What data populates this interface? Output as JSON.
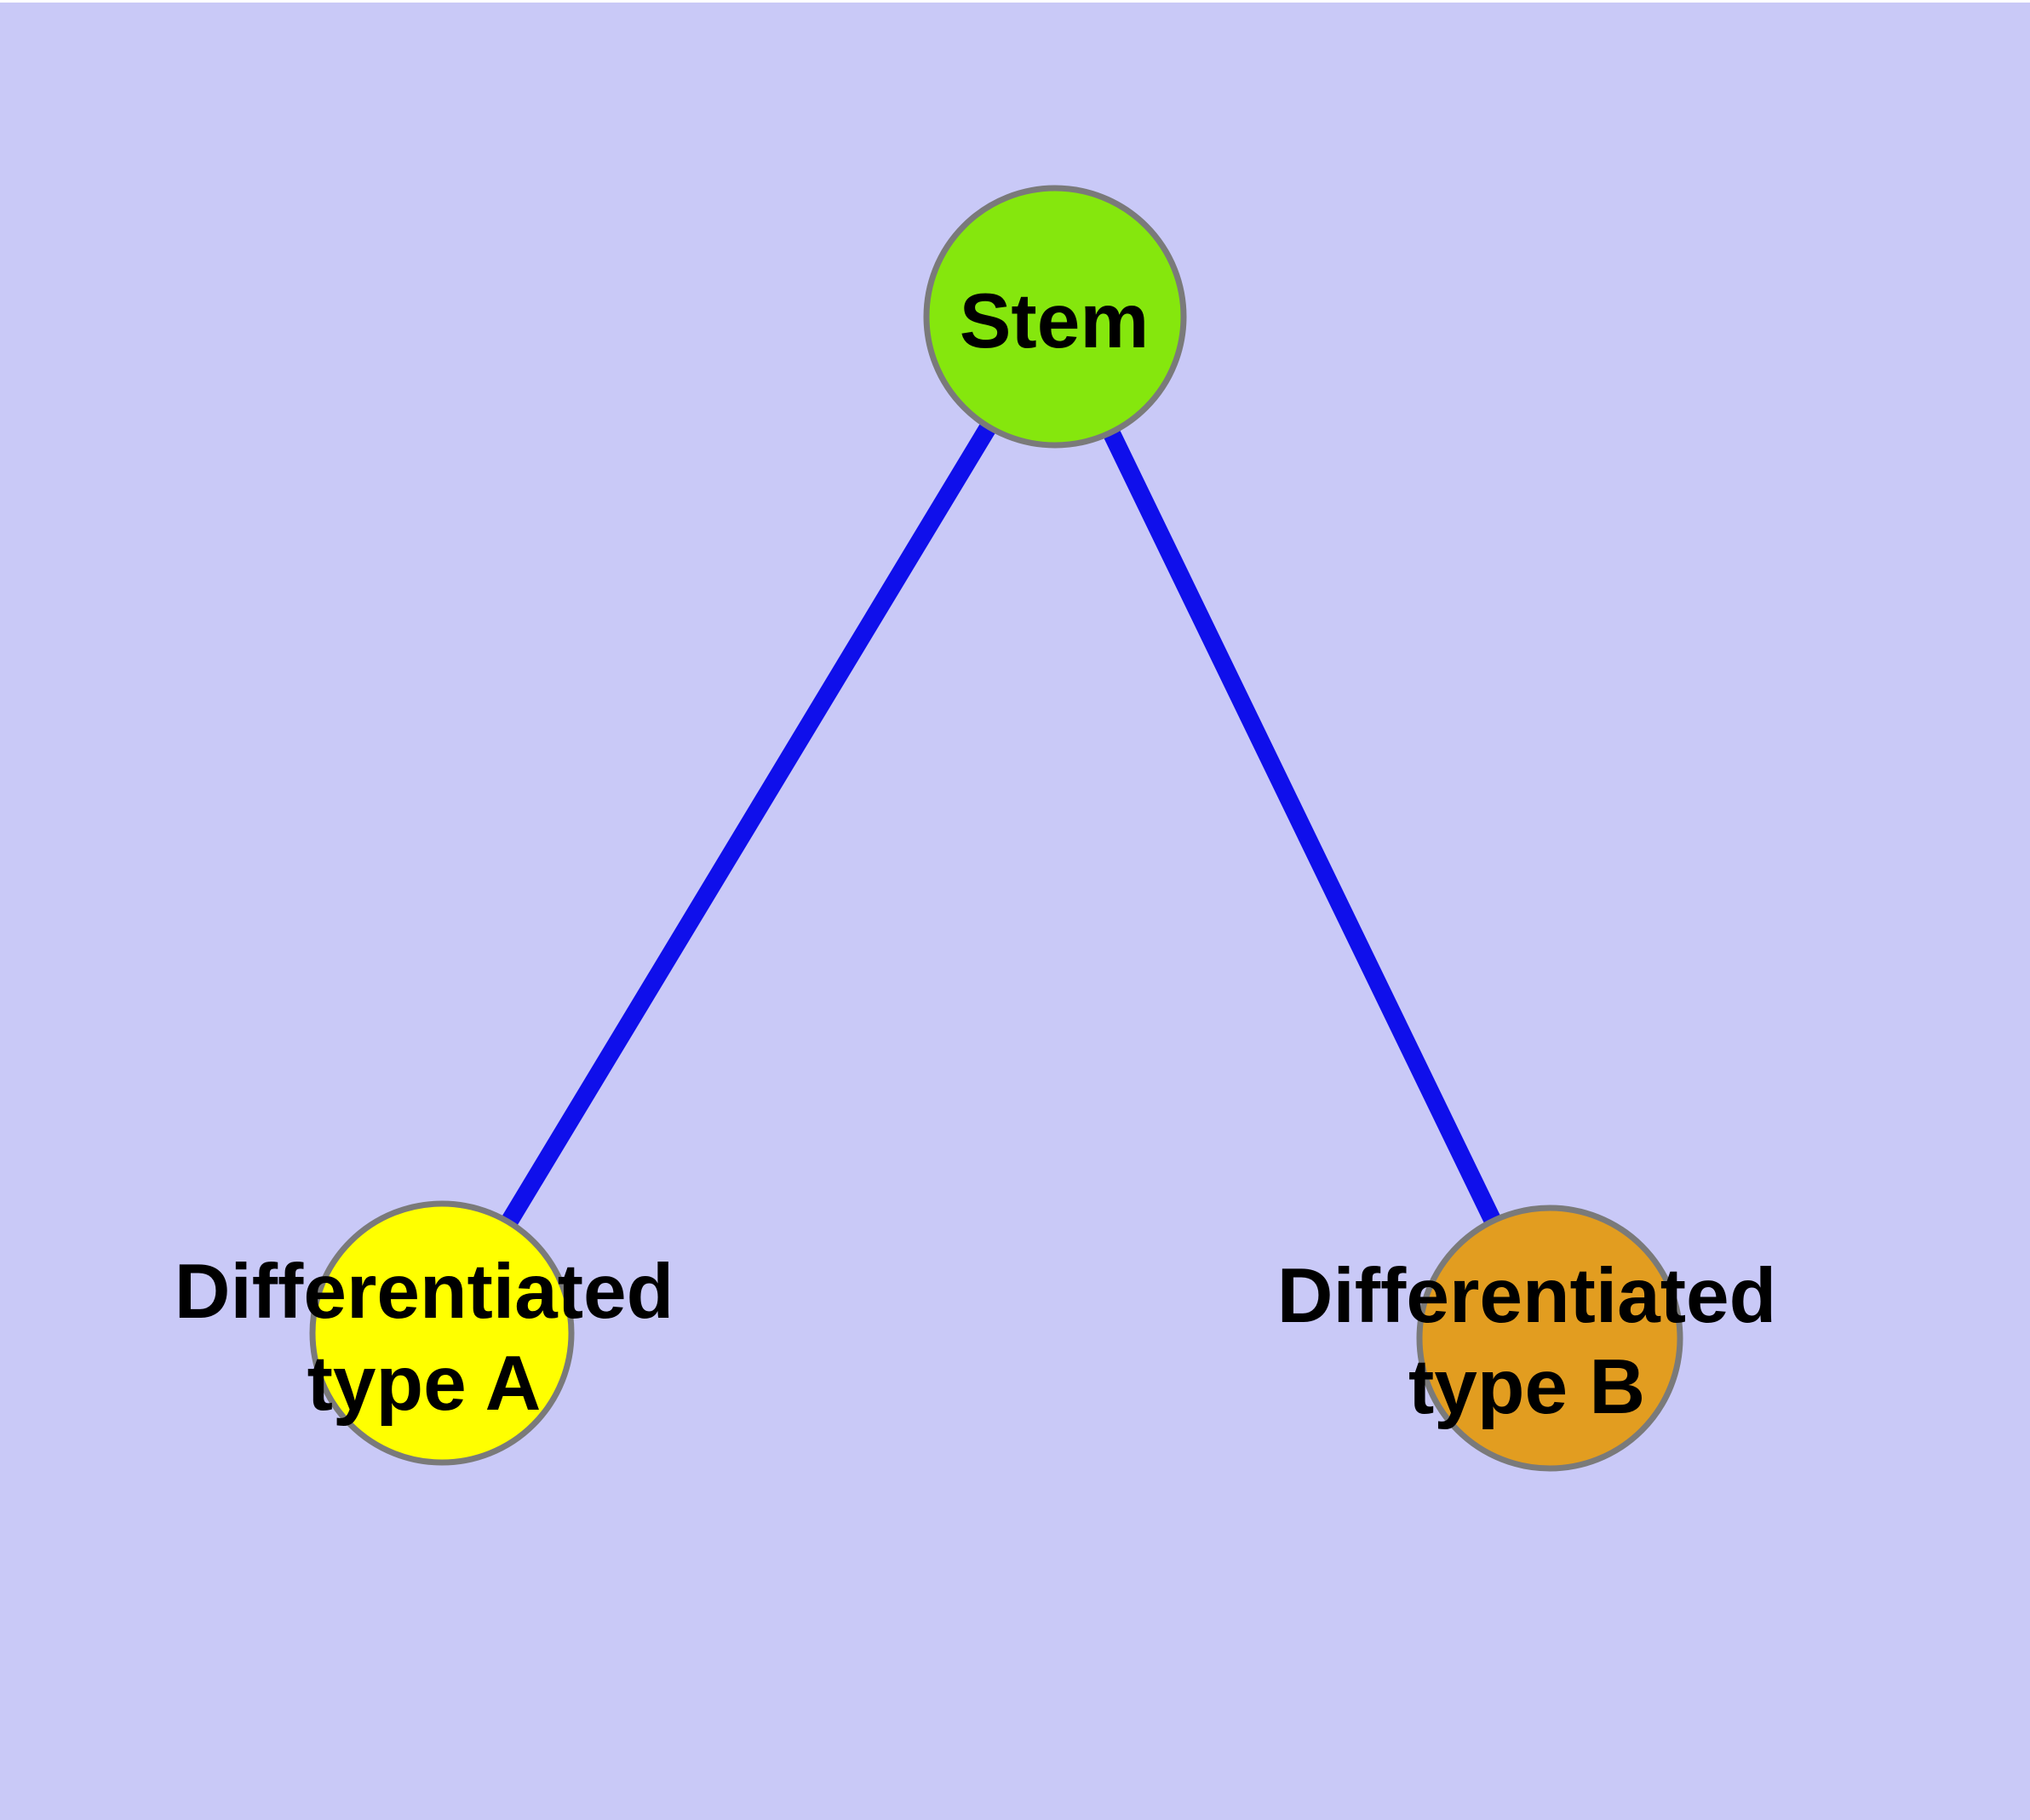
{
  "diagram": {
    "background_color": "#C9C9F7",
    "edge_color": "#0F0FEB",
    "node_border_color": "#7A7A7A",
    "label_color": "#000000",
    "nodes": {
      "stem": {
        "label": "Stem",
        "fill": "#85E70D"
      },
      "type_a": {
        "label": "Differentiated type A",
        "label_line1": "Differentiated",
        "label_line2": "type A",
        "fill": "#FFFF00"
      },
      "type_b": {
        "label": "Differentiated type B",
        "label_line1": "Differentiated",
        "label_line2": "type B",
        "fill": "#E29D20"
      }
    },
    "edges": [
      {
        "from": "Stem",
        "to": "Differentiated type A"
      },
      {
        "from": "Stem",
        "to": "Differentiated type B"
      }
    ]
  }
}
